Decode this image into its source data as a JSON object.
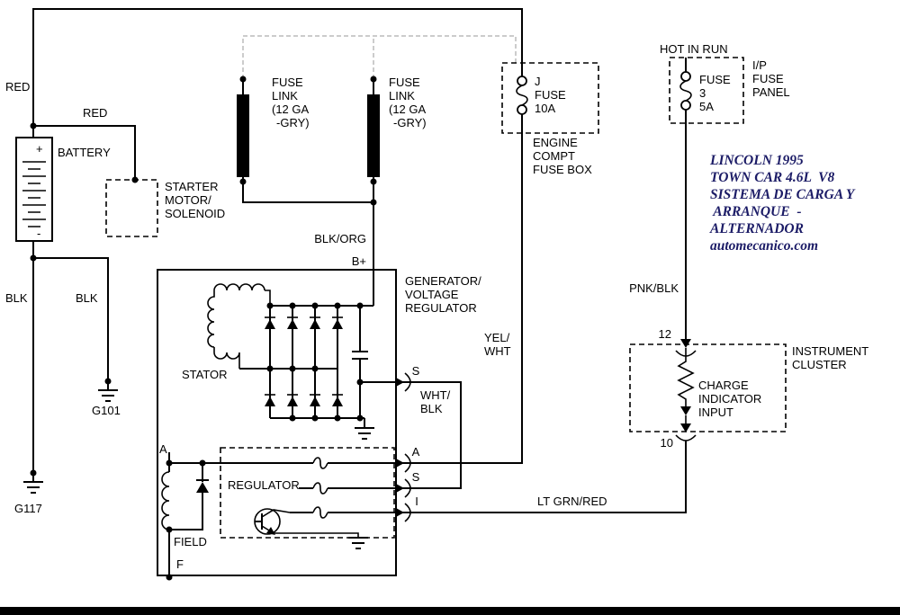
{
  "meta": {
    "description": "Lincoln 1995 Town Car 4.6L V8 charging system / alternator wiring diagram"
  },
  "colors": {
    "wire": "#000000",
    "ghost_dash": "#bcbcbc",
    "note_text": "#1b1b66",
    "background": "#ffffff"
  },
  "labels": {
    "red_main": "RED",
    "red_branch": "RED",
    "blk_main": "BLK",
    "blk_branch": "BLK",
    "g117": "G117",
    "g101": "G101",
    "blk_org": "BLK/ORG",
    "b_plus": "B+",
    "pnk_blk": "PNK/BLK",
    "lt_grn_red": "LT GRN/RED",
    "yel_wht": [
      "YEL/",
      "WHT"
    ],
    "wht_blk": [
      "WHT/",
      "BLK"
    ]
  },
  "battery": {
    "label": "BATTERY",
    "plus": "+",
    "minus": "-"
  },
  "starter": {
    "lines": [
      "STARTER",
      "MOTOR/",
      "SOLENOID"
    ]
  },
  "fuse_link_left": [
    "FUSE",
    "LINK",
    "(12 GA",
    "-GRY)"
  ],
  "fuse_link_right": [
    "FUSE",
    "LINK",
    "(12 GA",
    "-GRY)"
  ],
  "engine_fuse_box": {
    "fuse": [
      "J",
      "FUSE",
      "10A"
    ],
    "caption": [
      "ENGINE",
      "COMPT",
      "FUSE BOX"
    ]
  },
  "ip_fuse_panel": {
    "hot": "HOT IN RUN",
    "fuse": [
      "FUSE",
      "3",
      "5A"
    ],
    "caption": [
      "I/P",
      "FUSE",
      "PANEL"
    ]
  },
  "note": [
    "LINCOLN 1995",
    "TOWN CAR 4.6L  V8",
    "SISTEMA DE CARGA Y",
    " ARRANQUE  -",
    "ALTERNADOR",
    "automecanico.com"
  ],
  "generator": {
    "caption": [
      "GENERATOR/",
      "VOLTAGE",
      "REGULATOR"
    ],
    "stator": "STATOR",
    "regulator": "REGULATOR",
    "field": "FIELD",
    "node_a": "A",
    "terminal_f": "F",
    "terminal_s_top": "S",
    "terminal_a": "A",
    "terminal_s": "S",
    "terminal_i": "I"
  },
  "instrument_cluster": {
    "caption": [
      "INSTRUMENT",
      "CLUSTER"
    ],
    "pin_top": "12",
    "pin_bottom": "10",
    "charge": [
      "CHARGE",
      "INDICATOR",
      "INPUT"
    ]
  }
}
